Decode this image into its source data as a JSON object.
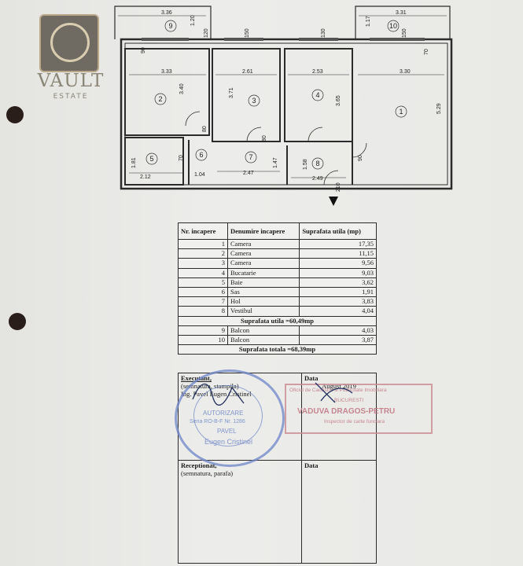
{
  "logo": {
    "name": "VAULT",
    "sub": "ESTATE"
  },
  "plan": {
    "rooms": [
      "1",
      "2",
      "3",
      "4",
      "5",
      "6",
      "7",
      "8",
      "9",
      "10"
    ],
    "dims": {
      "balcony9_w": "3.36",
      "balcony9_h": "1.20",
      "balcony10_w": "3.31",
      "balcony10_h": "1.17",
      "r2_w": "3.33",
      "r2_h": "3.40",
      "r3_w": "2.61",
      "r3_h": "3.71",
      "r4_w": "2.53",
      "r4_h": "3.65",
      "r1_w": "3.30",
      "r1_h": "5.29",
      "r5_w": "2.12",
      "r5_h": "1.81",
      "r6_w": "1.04",
      "r7_w": "2.47",
      "r7_h": "1.47",
      "r8_w": "2.49",
      "r8_h": "1.58",
      "win_a": "120",
      "win_b": "150",
      "win_c": "130",
      "win_d": "150",
      "door_a": "90",
      "door_b": "80",
      "door_c": "80",
      "door_d": "70",
      "door_e": "90",
      "door_f": "70",
      "door_g": "210"
    }
  },
  "table": {
    "headers": [
      "Nr. incapere",
      "Denumire incapere",
      "Suprafata utila (mp)"
    ],
    "rows": [
      {
        "nr": "1",
        "name": "Camera",
        "area": "17,35"
      },
      {
        "nr": "2",
        "name": "Camera",
        "area": "11,15"
      },
      {
        "nr": "3",
        "name": "Camera",
        "area": "9,56"
      },
      {
        "nr": "4",
        "name": "Bucatarie",
        "area": "9,03"
      },
      {
        "nr": "5",
        "name": "Baie",
        "area": "3,62"
      },
      {
        "nr": "6",
        "name": "Sas",
        "area": "1,91"
      },
      {
        "nr": "7",
        "name": "Hol",
        "area": "3,83"
      },
      {
        "nr": "8",
        "name": "Vestibul",
        "area": "4,04"
      }
    ],
    "utila_total": "Suprafata utila =60,49mp",
    "balconies": [
      {
        "nr": "9",
        "name": "Balcon",
        "area": "4,03"
      },
      {
        "nr": "10",
        "name": "Balcon",
        "area": "3,87"
      }
    ],
    "grand_total": "Suprafata totala =68,39mp"
  },
  "signatures": {
    "executant_label": "Executant,",
    "executant_sub": "(semnatura, stampila)",
    "executant_name": "Ing. Pavel Eugen Cristinel",
    "data_label": "Data",
    "date_value": "August 2019",
    "receptionat_label": "Receptionat,",
    "receptionat_sub": "(semnatura, parafa)",
    "data_label2": "Data"
  },
  "stamps": {
    "round_l1": "AUTORIZARE",
    "round_l2": "Seria RO-B-F Nr. 1286",
    "round_l3": "PAVEL",
    "round_l4": "Eugen Cristinel",
    "rect_l1": "Oficiul de Cadastru si Publicitate Imobiliara",
    "rect_l2": "BUCURESTI",
    "rect_l3": "VADUVA DRAGOS-PETRU",
    "rect_l4": "Inspector de carte funciara"
  }
}
